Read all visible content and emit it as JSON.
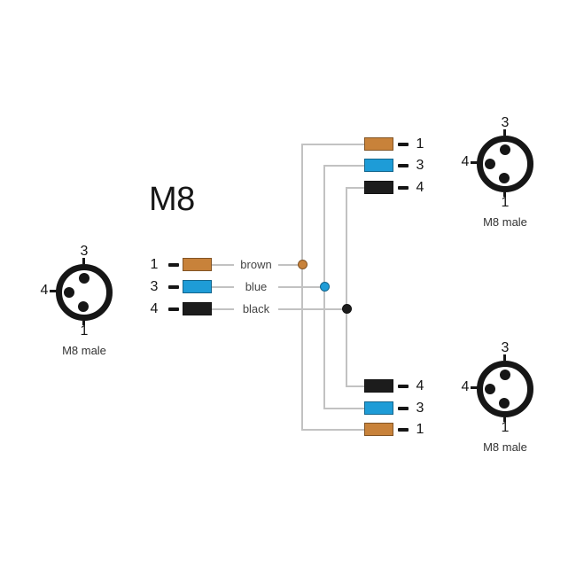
{
  "title": "M8",
  "palette": {
    "brown": "#c8823a",
    "blue": "#1e9cd7",
    "black": "#1c1c1c",
    "wire_gray": "#c2c2c2",
    "ink": "#161616"
  },
  "connectors": {
    "left": {
      "caption": "M8 male",
      "pin_top": "3",
      "pin_left": "4",
      "pin_bottom": "1"
    },
    "top_right": {
      "caption": "M8 male",
      "pin_top": "3",
      "pin_left": "4",
      "pin_bottom": "1"
    },
    "bottom_right": {
      "caption": "M8 male",
      "pin_top": "3",
      "pin_left": "4",
      "pin_bottom": "1"
    }
  },
  "source_wires": [
    {
      "pin": "1",
      "color_name": "brown",
      "hex": "#c8823a"
    },
    {
      "pin": "3",
      "color_name": "blue",
      "hex": "#1e9cd7"
    },
    {
      "pin": "4",
      "color_name": "black",
      "hex": "#1c1c1c"
    }
  ],
  "top_branch_wires": [
    {
      "pin": "1",
      "hex": "#c8823a"
    },
    {
      "pin": "3",
      "hex": "#1e9cd7"
    },
    {
      "pin": "4",
      "hex": "#1c1c1c"
    }
  ],
  "bottom_branch_wires": [
    {
      "pin": "4",
      "hex": "#1c1c1c"
    },
    {
      "pin": "3",
      "hex": "#1e9cd7"
    },
    {
      "pin": "1",
      "hex": "#c8823a"
    }
  ],
  "junctions": [
    {
      "hex": "#c8823a"
    },
    {
      "hex": "#1e9cd7"
    },
    {
      "hex": "#1c1c1c"
    }
  ]
}
